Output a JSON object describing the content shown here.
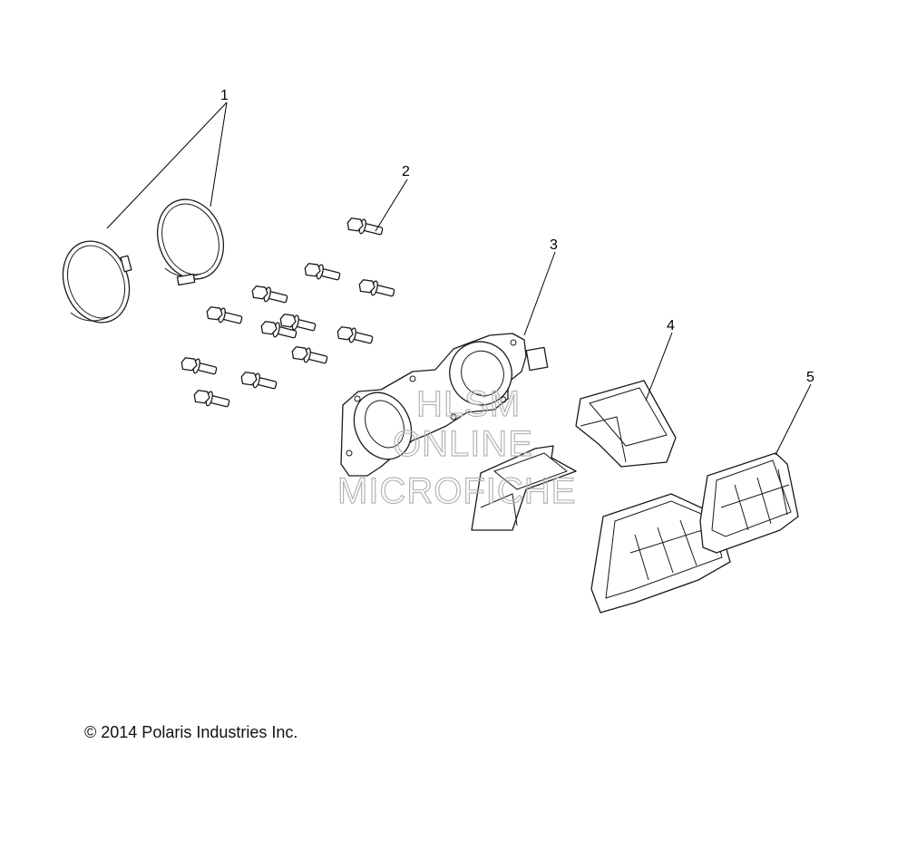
{
  "callouts": [
    "1",
    "2",
    "3",
    "4",
    "5"
  ],
  "watermark": {
    "line1": "HLSM",
    "line2": "ONLINE",
    "line3": "MICROFICHE"
  },
  "copyright": "© 2014 Polaris Industries Inc.",
  "colors": {
    "line": "#1a1a1a",
    "watermark": "#b5b5b5",
    "background": "#ffffff"
  }
}
